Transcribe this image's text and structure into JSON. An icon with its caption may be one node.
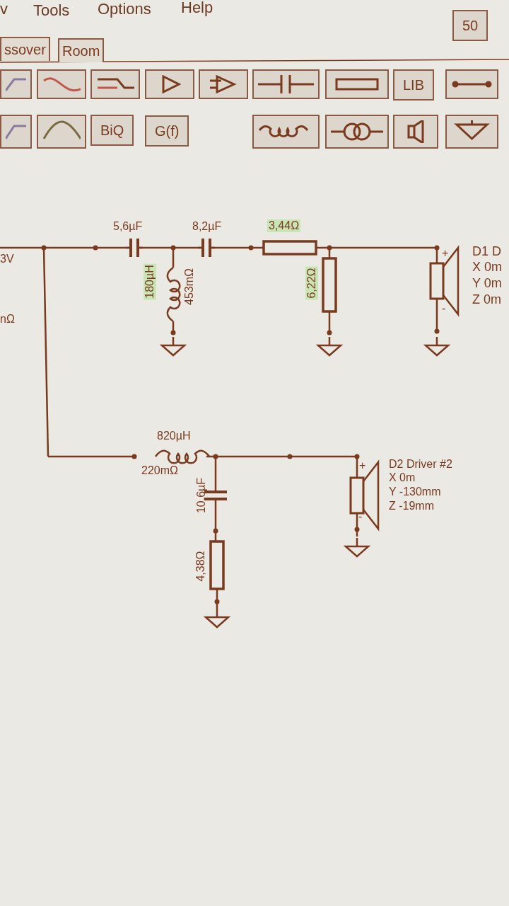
{
  "diagram": {
    "labels": [
      "v",
      "Tools",
      "Options",
      "Help",
      "50",
      "ssover",
      "Room",
      "LIB",
      "BiQ",
      "G(f)",
      "5,6µF",
      "8,2µF",
      "3,44Ω",
      "3V",
      "+",
      "D1 D",
      "X 0m",
      "Y 0m",
      "Z 0m",
      "180µH",
      "453mΩ",
      "6,22Ω",
      "-",
      "nΩ",
      "820µH",
      "+",
      "D2 Driver #2",
      "220mΩ",
      "X 0m",
      "10,6µF",
      "Y -130mm",
      "Z -19mm",
      "-",
      "4,38Ω"
    ]
  }
}
